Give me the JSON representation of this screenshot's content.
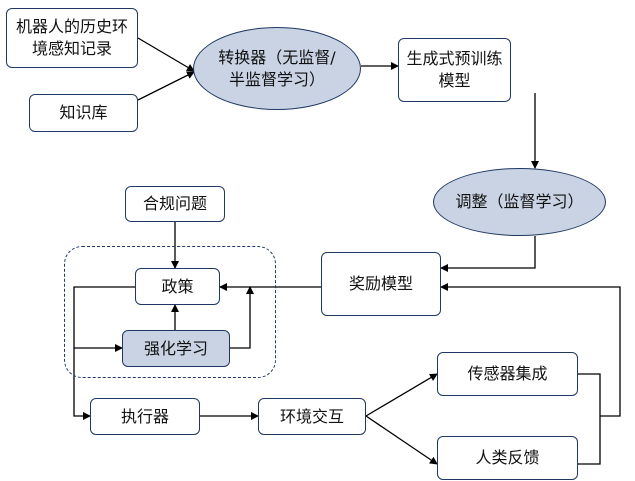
{
  "nodes": {
    "history": "机器人的历史环境感知记录",
    "knowledge": "知识库",
    "converter": "转换器（无监督/半监督学习）",
    "pretrained": "生成式预训练模型",
    "finetune": "调整（监督学习）",
    "reward": "奖励模型",
    "compliance": "合规问题",
    "policy": "政策",
    "rl": "强化学习",
    "executor": "执行器",
    "env_interaction": "环境交互",
    "sensor_fusion": "传感器集成",
    "human_feedback": "人类反馈"
  },
  "colors": {
    "stroke": "#1f3864",
    "shaded_fill": "#c9d3e3",
    "arrow": "#000000"
  }
}
